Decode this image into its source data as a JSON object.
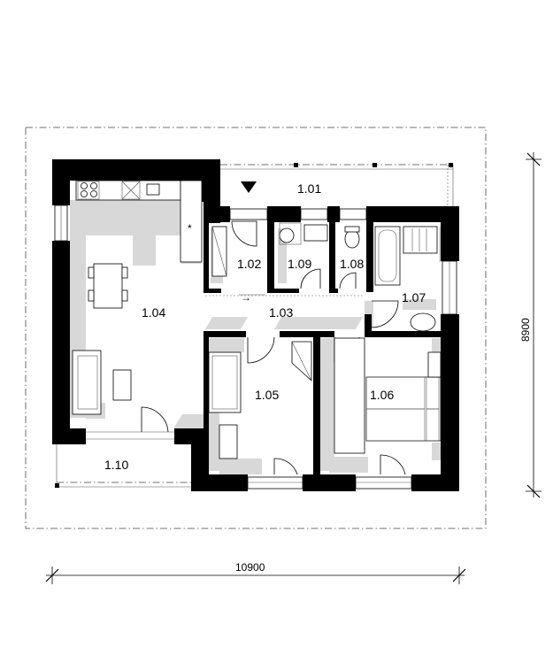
{
  "plan": {
    "entrance_marker": "entrance-arrow",
    "rooms": [
      {
        "id": "1.01"
      },
      {
        "id": "1.02"
      },
      {
        "id": "1.03"
      },
      {
        "id": "1.04"
      },
      {
        "id": "1.05"
      },
      {
        "id": "1.06"
      },
      {
        "id": "1.07"
      },
      {
        "id": "1.08"
      },
      {
        "id": "1.09"
      },
      {
        "id": "1.10"
      }
    ],
    "dimensions": {
      "width": "10900",
      "depth": "8900"
    }
  }
}
